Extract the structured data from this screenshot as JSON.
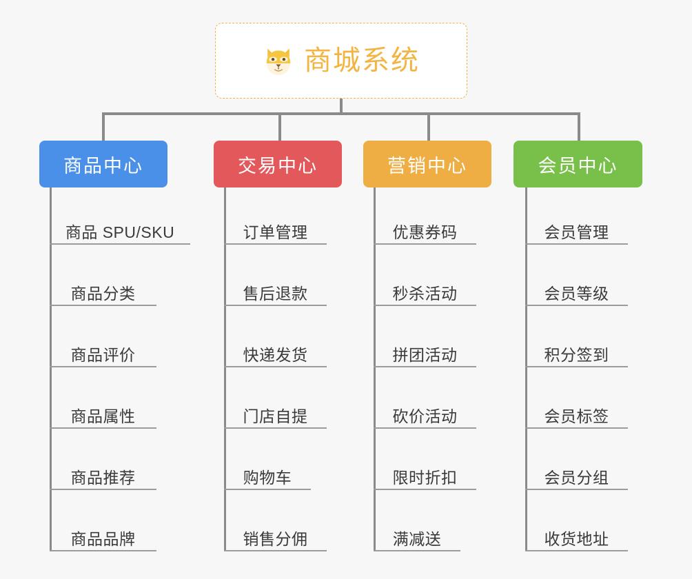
{
  "canvas": {
    "background": "#f7f7f7",
    "connector_color": "#8a8a8a"
  },
  "root": {
    "title": "商城系统",
    "icon": "shiba-dog-face-icon",
    "text_color": "#f2b544",
    "border_color": "#f0b24a",
    "background": "#ffffff"
  },
  "columns": [
    {
      "label": "商品中心",
      "color": "#4a90e8",
      "items": [
        "商品 SPU/SKU",
        "商品分类",
        "商品评价",
        "商品属性",
        "商品推荐",
        "商品品牌"
      ]
    },
    {
      "label": "交易中心",
      "color": "#e3595b",
      "items": [
        "订单管理",
        "售后退款",
        "快递发货",
        "门店自提",
        "购物车",
        "销售分佣"
      ]
    },
    {
      "label": "营销中心",
      "color": "#eeae44",
      "items": [
        "优惠券码",
        "秒杀活动",
        "拼团活动",
        "砍价活动",
        "限时折扣",
        "满减送"
      ]
    },
    {
      "label": "会员中心",
      "color": "#79c04a",
      "items": [
        "会员管理",
        "会员等级",
        "积分签到",
        "会员标签",
        "会员分组",
        "收货地址"
      ]
    }
  ]
}
